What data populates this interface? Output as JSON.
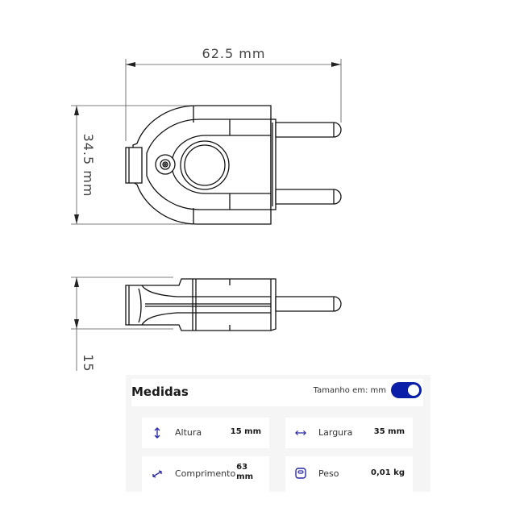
{
  "drawing": {
    "top_view": {
      "length_dimension": "62.5  mm",
      "width_dimension": "34.5  mm"
    },
    "side_view": {
      "height_dimension": "15  mm"
    }
  },
  "panel": {
    "title": "Medidas",
    "unit_label": "Tamanho em: mm",
    "unit_toggle_on": true,
    "accent_color": "#0a1ea8",
    "measurements": [
      {
        "label": "Altura",
        "value": "15 mm",
        "icon": "vertical-arrows-icon"
      },
      {
        "label": "Largura",
        "value": "35 mm",
        "icon": "horizontal-arrows-icon"
      },
      {
        "label": "Comprimento",
        "value_line1": "63",
        "value_line2": "mm",
        "icon": "diagonal-arrows-icon"
      },
      {
        "label": "Peso",
        "value": "0,01 kg",
        "icon": "weight-scale-icon"
      }
    ]
  }
}
